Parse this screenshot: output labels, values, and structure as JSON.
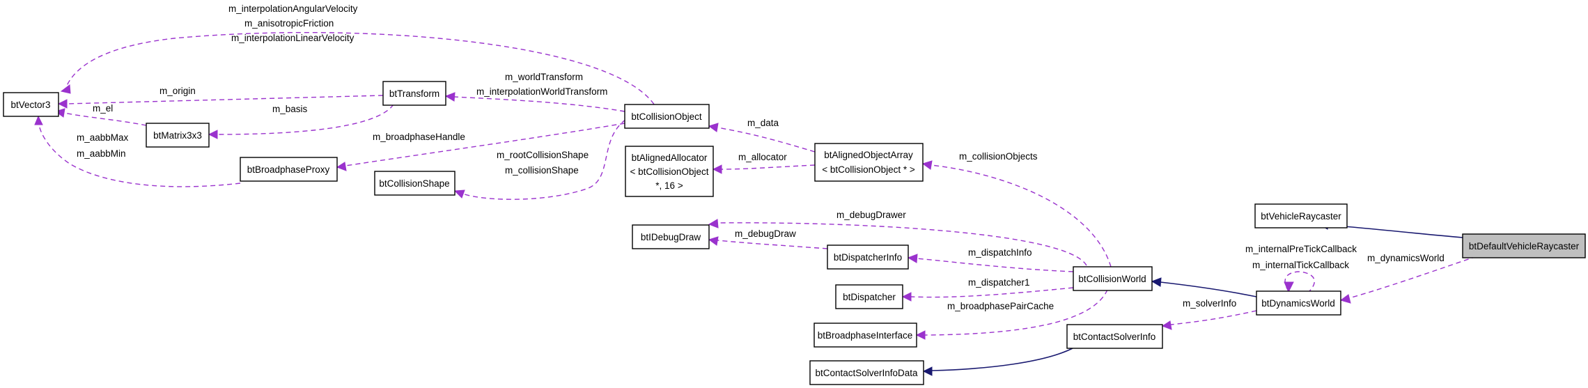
{
  "colors": {
    "usage_edge": "#9a32cd",
    "inheritance_edge": "#191970",
    "focus_node_fill": "#bfbfbf",
    "node_fill": "#ffffff"
  },
  "nodes": {
    "btVector3": "btVector3",
    "btTransform": "btTransform",
    "btMatrix3x3": "btMatrix3x3",
    "btBroadphaseProxy": "btBroadphaseProxy",
    "btCollisionShape": "btCollisionShape",
    "btCollisionObject": "btCollisionObject",
    "btAlignedAllocator": [
      "btAlignedAllocator",
      "< btCollisionObject",
      "*, 16 >"
    ],
    "btAlignedObjectArray": [
      "btAlignedObjectArray",
      "< btCollisionObject * >"
    ],
    "btIDebugDraw": "btIDebugDraw",
    "btDispatcherInfo": "btDispatcherInfo",
    "btDispatcher": "btDispatcher",
    "btBroadphaseInterface": "btBroadphaseInterface",
    "btCollisionWorld": "btCollisionWorld",
    "btContactSolverInfo": "btContactSolverInfo",
    "btContactSolverInfoData": "btContactSolverInfoData",
    "btDynamicsWorld": "btDynamicsWorld",
    "btVehicleRaycaster": "btVehicleRaycaster",
    "btDefaultVehicleRaycaster": "btDefaultVehicleRaycaster"
  },
  "edge_labels": {
    "interp_angular": "m_interpolationAngularVelocity",
    "anisotropic": "m_anisotropicFriction",
    "interp_linear": "m_interpolationLinearVelocity",
    "origin": "m_origin",
    "el": "m_el",
    "basis": "m_basis",
    "world_transform": "m_worldTransform",
    "interp_world_transform": "m_interpolationWorldTransform",
    "aabb_max": "m_aabbMax",
    "aabb_min": "m_aabbMin",
    "broadphase_handle": "m_broadphaseHandle",
    "root_collision_shape": "m_rootCollisionShape",
    "collision_shape": "m_collisionShape",
    "data": "m_data",
    "allocator": "m_allocator",
    "collision_objects": "m_collisionObjects",
    "debug_drawer": "m_debugDrawer",
    "debug_draw": "m_debugDraw",
    "dispatch_info": "m_dispatchInfo",
    "dispatcher1": "m_dispatcher1",
    "broadphase_pair_cache": "m_broadphasePairCache",
    "solver_info": "m_solverInfo",
    "internal_pre_tick": "m_internalPreTickCallback",
    "internal_tick": "m_internalTickCallback",
    "dynamics_world": "m_dynamicsWorld"
  }
}
